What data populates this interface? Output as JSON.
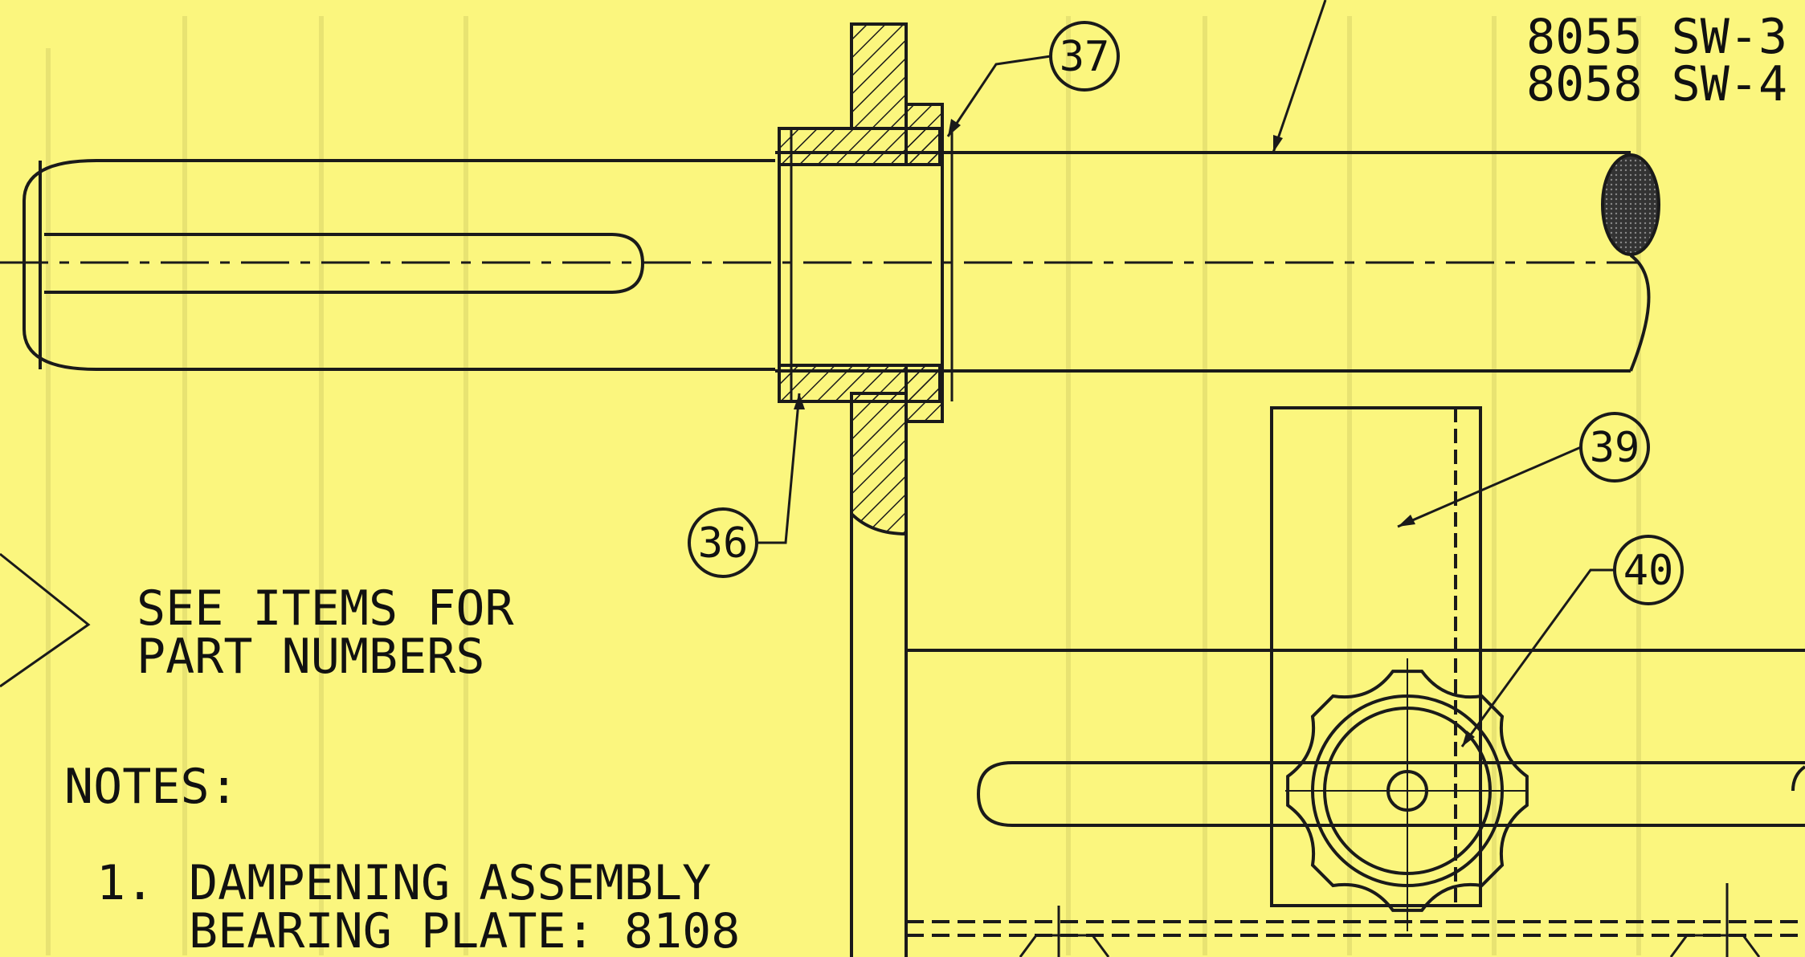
{
  "callouts": {
    "c36": "36",
    "c37": "37",
    "c39": "39",
    "c40": "40"
  },
  "part_list": {
    "line1": "8055 SW-3",
    "line2": "8058 SW-4"
  },
  "see_items": {
    "line1": "SEE ITEMS FOR",
    "line2": "PART NUMBERS"
  },
  "notes": {
    "heading": "NOTES:",
    "item1_number": "1.",
    "item1_line1": "DAMPENING ASSEMBLY",
    "item1_line2": "BEARING PLATE: 8108"
  },
  "colors": {
    "paper": "#fbf67e",
    "ink": "#1a1a1a",
    "bleed": "#b9b36a"
  }
}
